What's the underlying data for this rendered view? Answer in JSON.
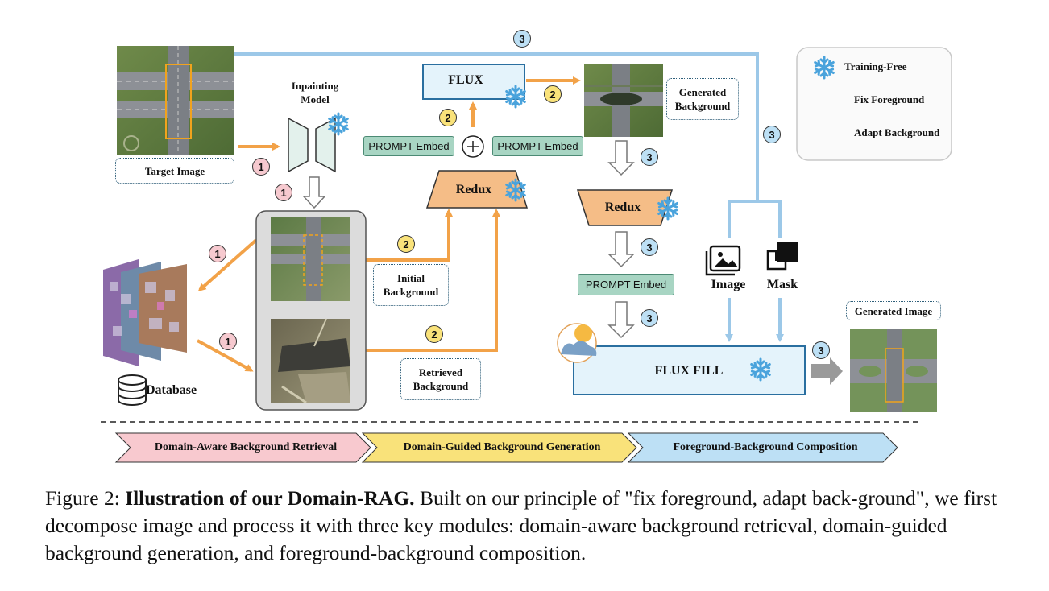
{
  "labels": {
    "target_image": "Target Image",
    "inpainting_model": "Inpainting Model",
    "flux": "FLUX",
    "prompt_embed_left": "PROMPT Embed",
    "prompt_embed_right": "PROMPT Embed",
    "prompt_embed_lower": "PROMPT Embed",
    "generated_background": "Generated Background",
    "redux_left": "Redux",
    "redux_right": "Redux",
    "initial_background": "Initial Background",
    "retrieved_background": "Retrieved Background",
    "database": "Database",
    "image": "Image",
    "mask": "Mask",
    "flux_fill": "FLUX FILL",
    "generated_image": "Generated Image",
    "plus": "+"
  },
  "legend": {
    "training_free": "Training-Free",
    "fix_foreground": "Fix Foreground",
    "adapt_background": "Adapt Background"
  },
  "step_numbers": {
    "one": "1",
    "two": "2",
    "three": "3"
  },
  "phases": [
    {
      "label": "Domain-Aware Background Retrieval",
      "color": "#f8c9cf"
    },
    {
      "label": "Domain-Guided Background Generation",
      "color": "#f9e27a"
    },
    {
      "label": "Foreground-Background Composition",
      "color": "#bde0f5"
    }
  ],
  "caption": {
    "prefix": "Figure 2: ",
    "bold": "Illustration of our Domain-RAG.",
    "rest": " Built on our principle of \"fix foreground, adapt back-ground\", we first decompose image and process it with three key modules: domain-aware background retrieval, domain-guided background generation, and foreground-background composition."
  },
  "colors": {
    "fix_foreground": "#9cc8e8",
    "adapt_background": "#f2a248",
    "flux_box": "#e4f3fb",
    "redux_box": "#f5bd87",
    "prompt_box": "#a8d5c3"
  },
  "icons": [
    "snowflake-icon",
    "database-icon",
    "image-icon",
    "mask-icon",
    "weather-icon"
  ]
}
